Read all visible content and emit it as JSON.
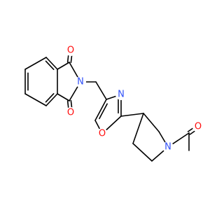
{
  "molecule": {
    "colors": {
      "bond": "#000000",
      "oxygen": "#ff0d0d",
      "nitrogen": "#3050f8"
    },
    "atoms": {
      "o_top": {
        "label": "O",
        "element": "oxygen"
      },
      "n_imide": {
        "label": "N",
        "element": "nitrogen"
      },
      "o_bottom": {
        "label": "O",
        "element": "oxygen"
      },
      "n_ring": {
        "label": "N",
        "element": "nitrogen"
      },
      "o_ring": {
        "label": "O",
        "element": "oxygen"
      },
      "n_azet": {
        "label": "N",
        "element": "nitrogen"
      },
      "o_acetyl": {
        "label": "O",
        "element": "oxygen"
      }
    }
  }
}
